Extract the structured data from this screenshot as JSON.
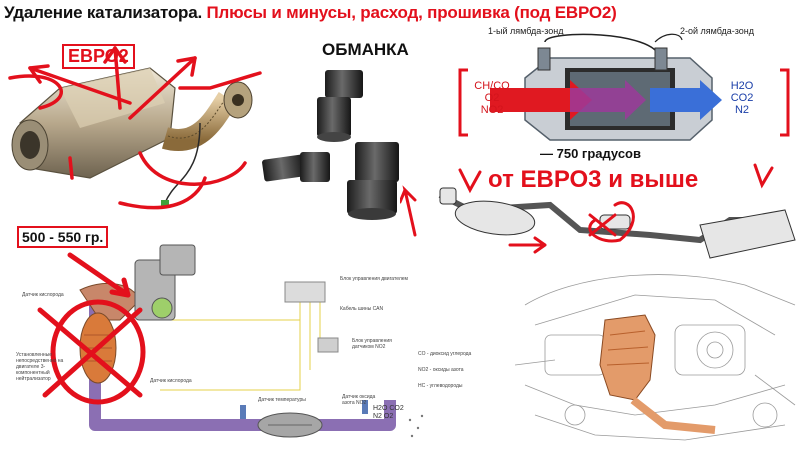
{
  "title": {
    "part_black": "Удаление катализатора.",
    "part_red": "Плюсы и минусы, расход, прошивка (под ЕВРО2)"
  },
  "labels": {
    "euro2": "ЕВРО2",
    "obmanka": "ОБМАНКА",
    "weight": "500 - 550 гр.",
    "degrees": "— 750 градусов",
    "euro3": "от ЕВРО3 и выше",
    "lambda1": "1-ый лямбда-зонд",
    "lambda2": "2-ой лямбда-зонд"
  },
  "chemistry": {
    "inputs": [
      "CH/CO",
      "O2",
      "NO2"
    ],
    "outputs": [
      "H2O",
      "CO2",
      "N2"
    ]
  },
  "diagram": {
    "oxygen_sensor_1": "Датчик кислорода",
    "control_unit": "Блок управления двигателем",
    "cable": "Кабель шины CAN",
    "nox_unit": "Блок управления датчиком NO2",
    "temp_sensor": "Датчик температуры",
    "oxygen_sensor_2": "Датчик кислорода",
    "nox_sensor": "Датчик оксида азота NO2",
    "left_note": "Установленные непосредственно на двигателе 3-компонентный нейтрализатор",
    "legend": [
      "CO - диоксид углерода",
      "NO2 - оксиды азота",
      "HC - углеводороды"
    ],
    "out_gases": [
      "H2O",
      "CO2",
      "N2",
      "O2"
    ]
  },
  "colors": {
    "accent_red": "#e3101c",
    "pipe_purple": "#8b6fb3",
    "cat_orange": "#d97a3a",
    "chem_blue": "#1a3ea8"
  }
}
